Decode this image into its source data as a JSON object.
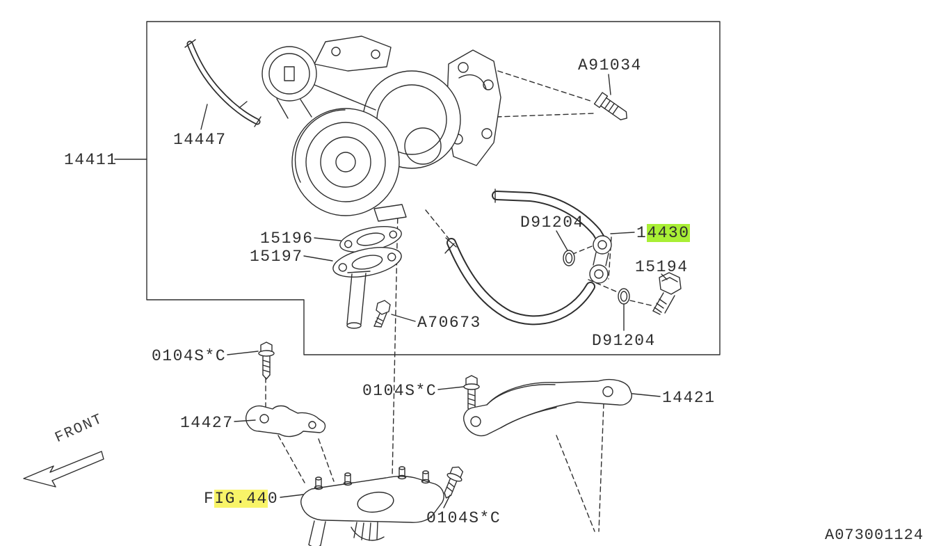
{
  "document": {
    "type": "exploded-parts-diagram",
    "drawing_code": "A073001124",
    "front_indicator": "FRONT"
  },
  "colors": {
    "line": "#2e2e2e",
    "text": "#2e2e2e",
    "background": "#ffffff",
    "highlight_green": "#a9ef35",
    "highlight_yellow": "#f8f468"
  },
  "labels": [
    {
      "id": "14411",
      "text": "14411"
    },
    {
      "id": "14447",
      "text": "14447"
    },
    {
      "id": "A91034",
      "text": "A91034"
    },
    {
      "id": "15196",
      "text": "15196"
    },
    {
      "id": "15197",
      "text": "15197"
    },
    {
      "id": "D91204-upper",
      "text": "D91204"
    },
    {
      "id": "14430",
      "text": "14430",
      "prefix": "1",
      "highlight": "4430",
      "suffix": ""
    },
    {
      "id": "15194",
      "text": "15194"
    },
    {
      "id": "D91204-lower",
      "text": "D91204"
    },
    {
      "id": "A70673",
      "text": "A70673"
    },
    {
      "id": "0104S*C-1",
      "text": "0104S*C"
    },
    {
      "id": "0104S*C-2",
      "text": "0104S*C"
    },
    {
      "id": "14427",
      "text": "14427"
    },
    {
      "id": "14421",
      "text": "14421"
    },
    {
      "id": "FIG.440",
      "text": "FIG.440",
      "prefix": "F",
      "highlight": "IG.44",
      "suffix": "0"
    },
    {
      "id": "0104S*C-3",
      "text": "0104S*C"
    }
  ]
}
